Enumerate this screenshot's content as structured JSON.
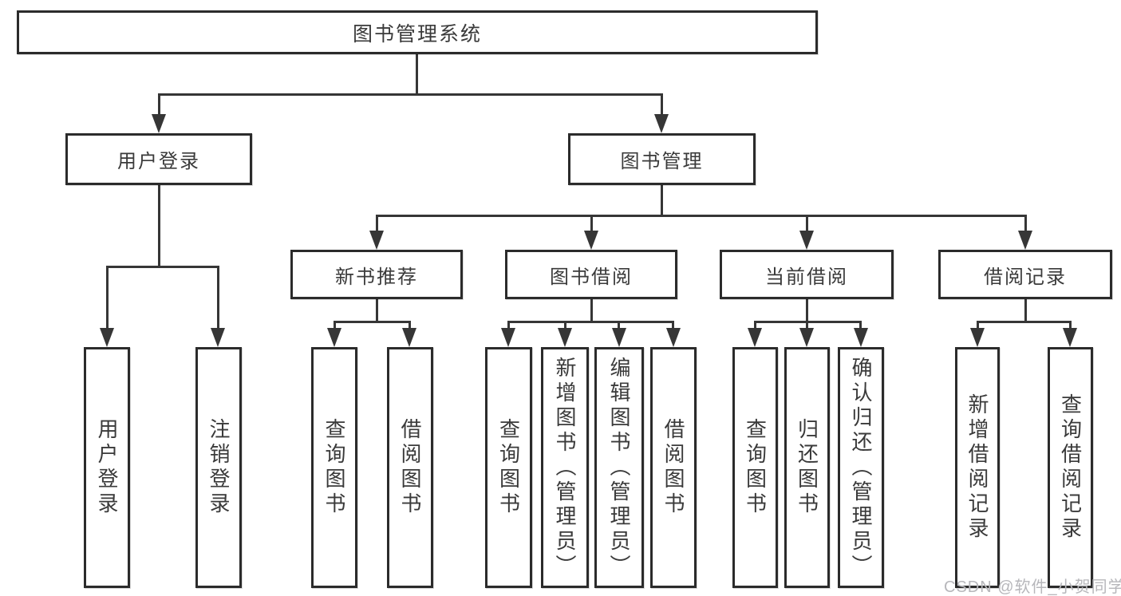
{
  "diagram": {
    "root": {
      "label": "图书管理系统"
    },
    "level2": [
      {
        "label": "用户登录"
      },
      {
        "label": "图书管理"
      }
    ],
    "level3": [
      {
        "parent": "图书管理",
        "label": "新书推荐"
      },
      {
        "parent": "图书管理",
        "label": "图书借阅"
      },
      {
        "parent": "图书管理",
        "label": "当前借阅"
      },
      {
        "parent": "图书管理",
        "label": "借阅记录"
      }
    ],
    "leaves": [
      {
        "parent": "用户登录",
        "label": "用户登录"
      },
      {
        "parent": "用户登录",
        "label": "注销登录"
      },
      {
        "parent": "新书推荐",
        "label": "查询图书"
      },
      {
        "parent": "新书推荐",
        "label": "借阅图书"
      },
      {
        "parent": "图书借阅",
        "label": "查询图书"
      },
      {
        "parent": "图书借阅",
        "label": "新增图书（管理员）"
      },
      {
        "parent": "图书借阅",
        "label": "编辑图书（管理员）"
      },
      {
        "parent": "图书借阅",
        "label": "借阅图书"
      },
      {
        "parent": "当前借阅",
        "label": "查询图书"
      },
      {
        "parent": "当前借阅",
        "label": "归还图书"
      },
      {
        "parent": "当前借阅",
        "label": "确认归还（管理员）"
      },
      {
        "parent": "借阅记录",
        "label": "新增借阅记录"
      },
      {
        "parent": "借阅记录",
        "label": "查询借阅记录"
      }
    ]
  },
  "watermark": {
    "text": "CSDN @软件_小贺同学"
  },
  "colors": {
    "line": "#363636",
    "box_border": "#2b2b2b",
    "text": "#3a3a3a",
    "background": "#ffffff",
    "watermark_text": "#b7b7bb"
  }
}
